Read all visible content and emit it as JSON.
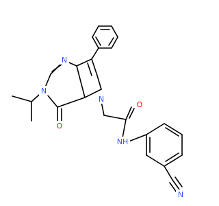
{
  "molecule": {
    "atoms": [
      {
        "id": "N1",
        "symbol": "N",
        "text": "N",
        "color": "#3050F8"
      },
      {
        "id": "N3",
        "symbol": "N",
        "text": "N",
        "color": "#3050F8"
      },
      {
        "id": "N5",
        "symbol": "N",
        "text": "N",
        "color": "#3050F8"
      },
      {
        "id": "NH",
        "symbol": "N",
        "text": "NH",
        "color": "#3050F8"
      },
      {
        "id": "O_ring",
        "symbol": "O",
        "text": "O",
        "color": "#FF0D0D"
      },
      {
        "id": "O_amide",
        "symbol": "O",
        "text": "O",
        "color": "#FF0D0D"
      },
      {
        "id": "N_nitrile",
        "symbol": "N",
        "text": "N",
        "color": "#3050F8"
      }
    ],
    "bond_color": "#000000"
  }
}
